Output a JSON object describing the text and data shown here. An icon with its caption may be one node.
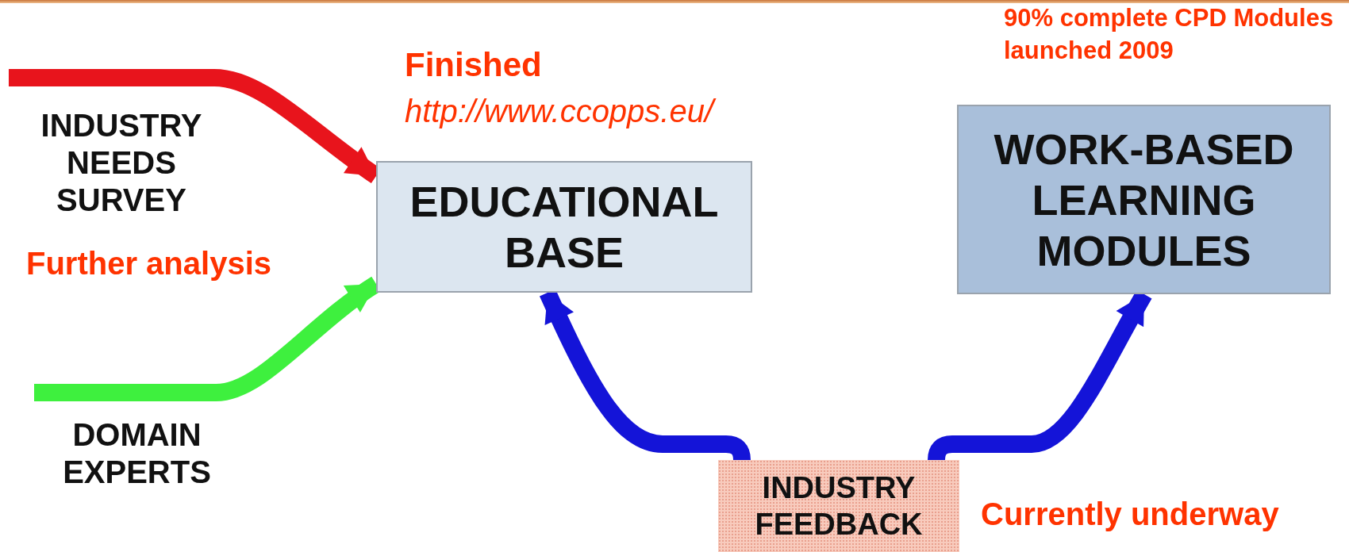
{
  "diagram": {
    "nodes": [
      {
        "text": [
          "INDUSTRY NEEDS SURVEY"
        ]
      },
      {
        "text": [
          "DOMAIN EXPERTS"
        ]
      },
      {
        "text": [
          "EDUCATIONAL BASE"
        ],
        "beside": [
          "Finished",
          "http://www.ccopps.eu/"
        ]
      },
      {
        "text": [
          "WORK-BASED LEARNING MODULES"
        ],
        "beside": [
          "90% complete CPD Modules launched 2009"
        ]
      },
      {
        "text": [
          "INDUSTRY FEEDBACK"
        ],
        "beside": [
          "Currently underway"
        ]
      }
    ],
    "edges": [
      {
        "from": 0,
        "to": 2,
        "arrow": "to",
        "color": "#e8141c"
      },
      {
        "from": 1,
        "to": 2,
        "arrow": "to",
        "color": "#3ef03e"
      },
      {
        "from": 4,
        "to": 2,
        "arrow": "to"
      },
      {
        "from": 4,
        "to": 3,
        "arrow": "to"
      }
    ],
    "labels": [
      "Further analysis"
    ]
  }
}
